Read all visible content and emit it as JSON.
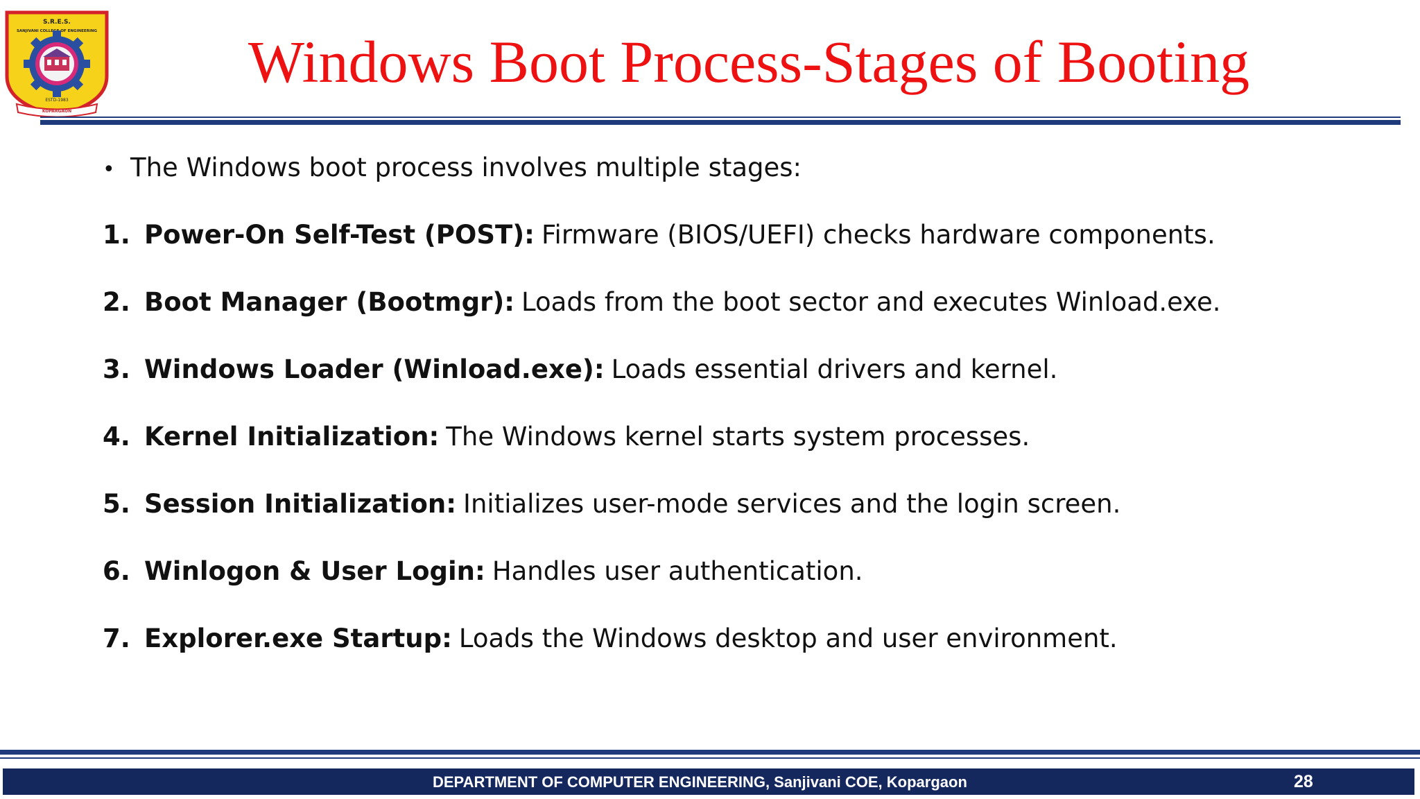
{
  "header": {
    "title": "Windows Boot Process-Stages of Booting",
    "logo": {
      "icon": "college-seal-logo",
      "text_top": "S.R.E.S.",
      "text_ring": "SANJIVANI COLLEGE OF ENGINEERING",
      "text_banner": "KOPARGAON",
      "text_estd": "ESTD-1983"
    }
  },
  "content": {
    "intro": "The Windows boot process involves multiple stages:",
    "steps": [
      {
        "num": "1.",
        "head": "Power-On Self-Test (POST):",
        "text": "Firmware (BIOS/UEFI) checks hardware components."
      },
      {
        "num": "2.",
        "head": "Boot Manager (Bootmgr):",
        "text": "Loads from the boot sector and executes Winload.exe."
      },
      {
        "num": "3.",
        "head": "Windows Loader (Winload.exe):",
        "text": "Loads essential drivers and kernel."
      },
      {
        "num": "4.",
        "head": "Kernel Initialization:",
        "text": "The Windows kernel starts system processes."
      },
      {
        "num": "5.",
        "head": "Session Initialization:",
        "text": "Initializes user-mode services and the login screen."
      },
      {
        "num": "6.",
        "head": "Winlogon & User Login:",
        "text": "Handles user authentication."
      },
      {
        "num": "7.",
        "head": "Explorer.exe Startup:",
        "text": "Loads the Windows desktop and user environment."
      }
    ]
  },
  "footer": {
    "department": "DEPARTMENT OF COMPUTER ENGINEERING,  Sanjivani COE, Kopargaon",
    "page_number": "28"
  },
  "colors": {
    "title": "#ee1111",
    "rule": "#1f3a7a",
    "footer_bg": "#15285e"
  }
}
